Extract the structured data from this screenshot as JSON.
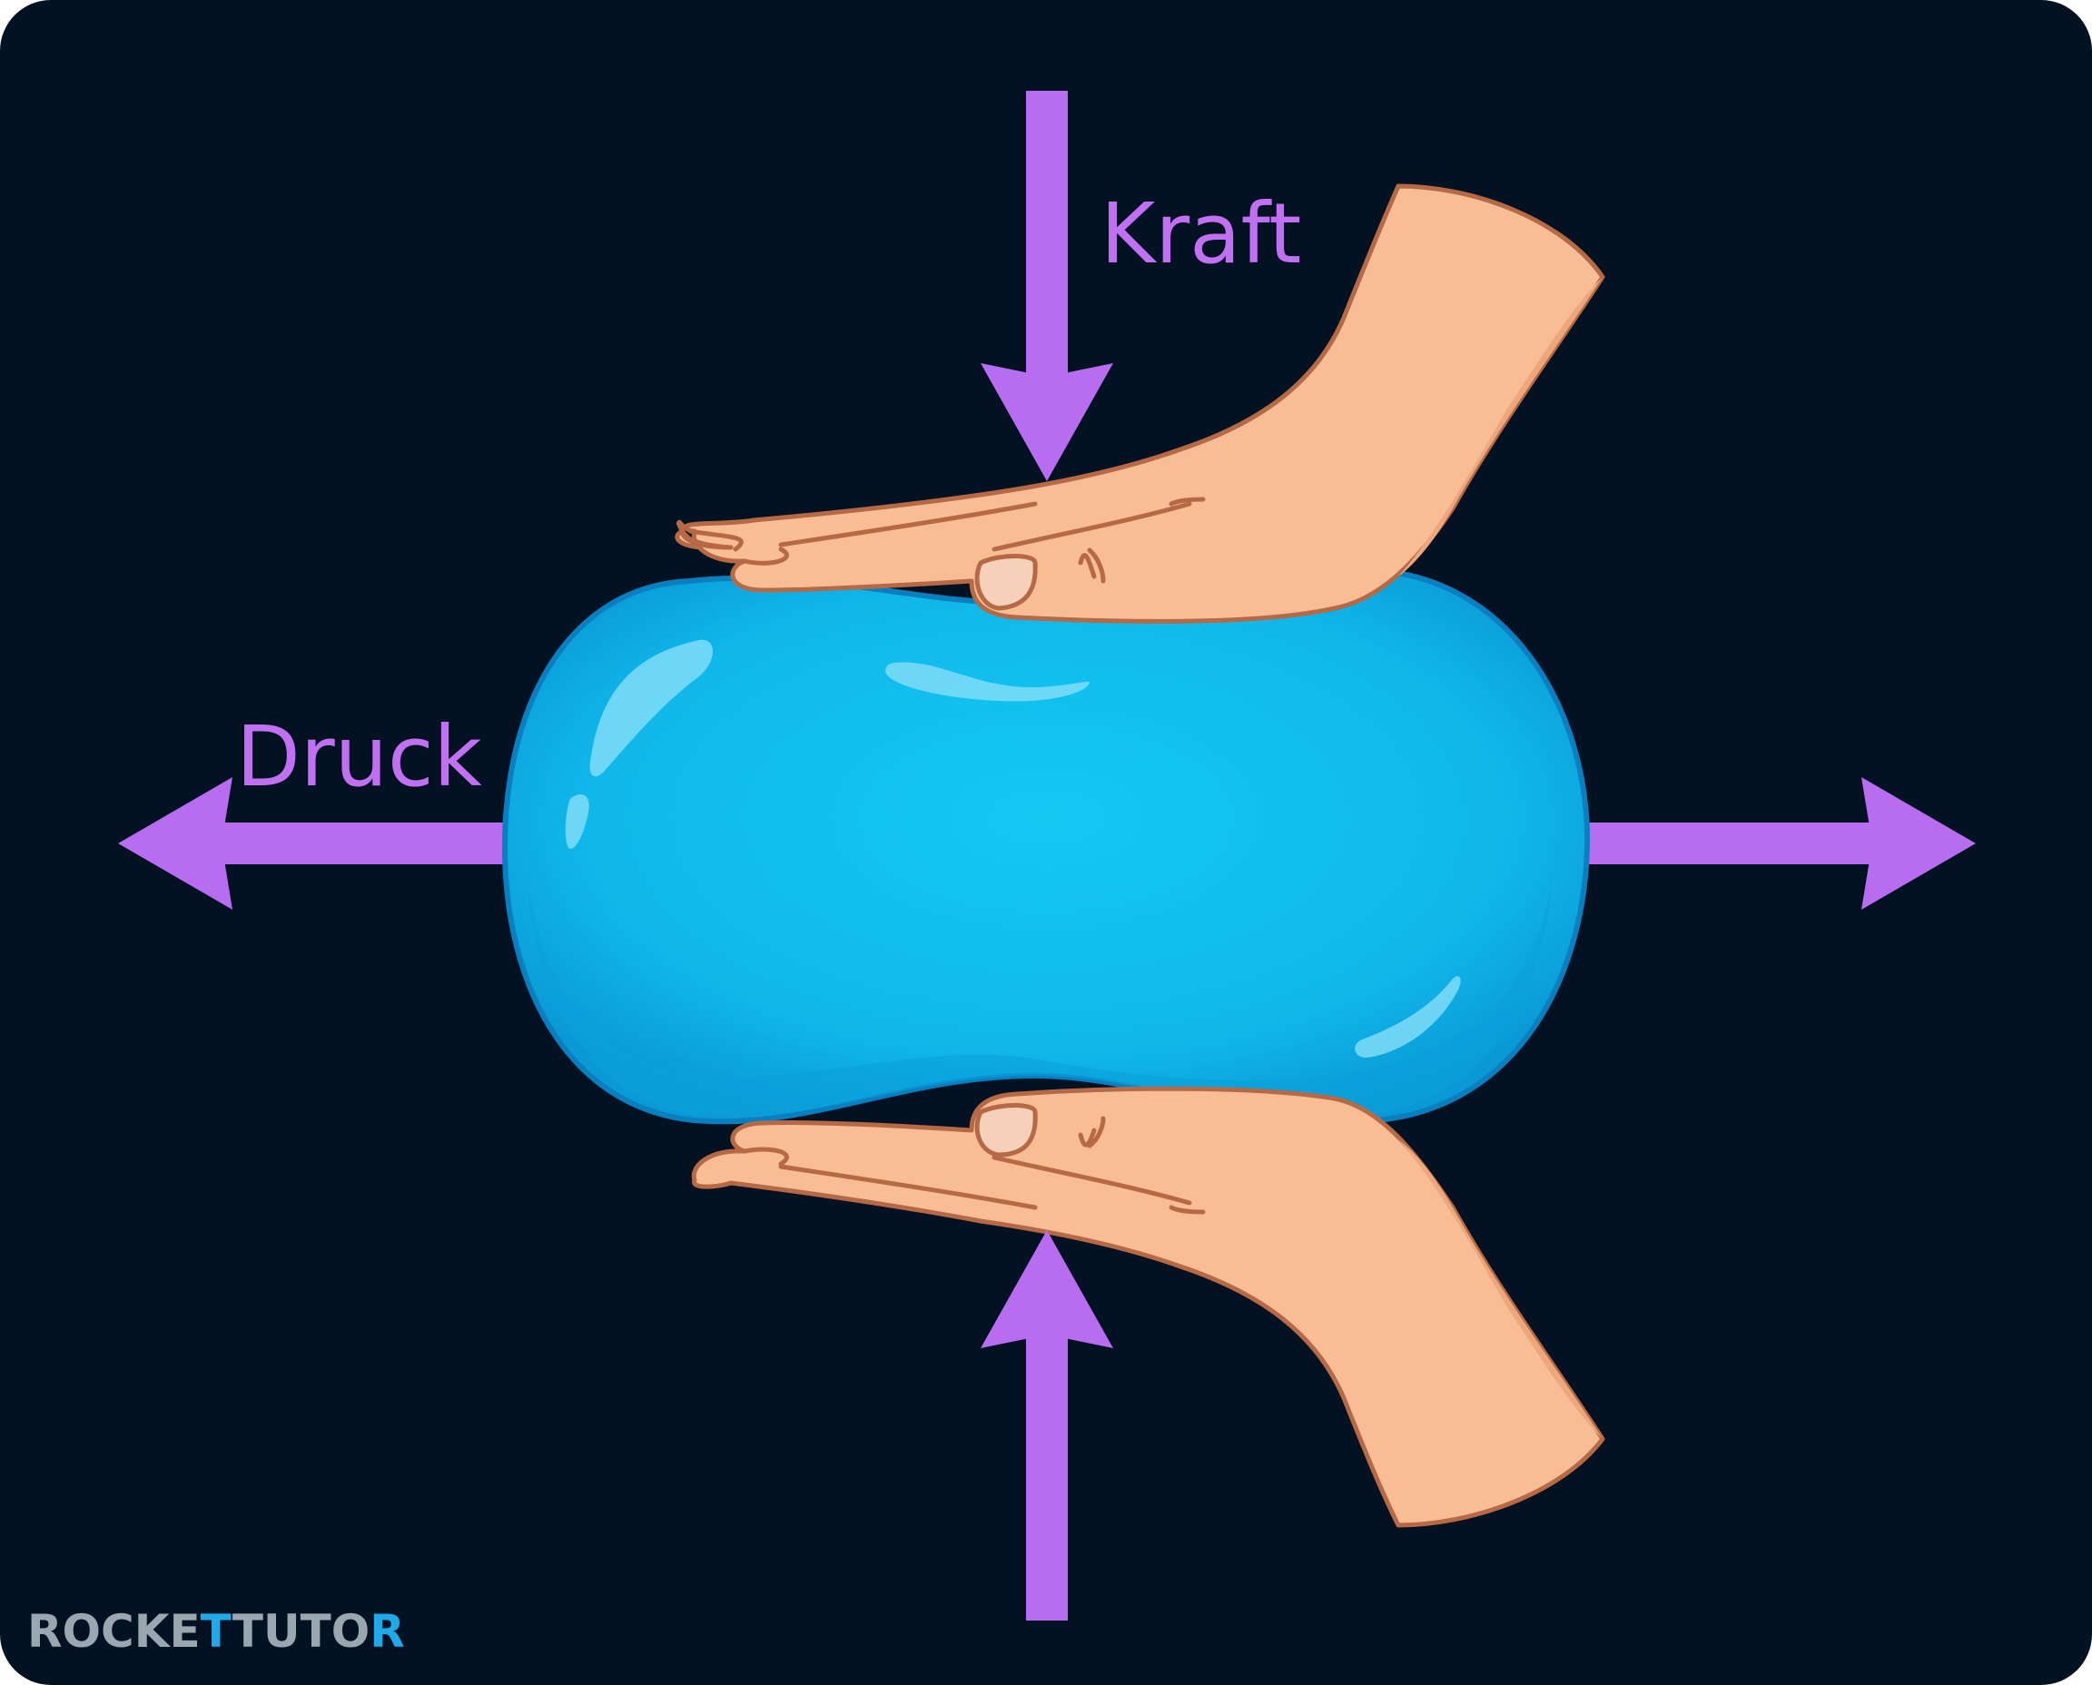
{
  "labels": {
    "force": "Kraft",
    "pressure": "Druck"
  },
  "logo": {
    "text": "ROCKETTUTOR"
  },
  "colors": {
    "background": "#021222",
    "arrow": "#b86cf0",
    "balloon": "#12c2ee",
    "balloon_edge": "#0a8ed0",
    "skin": "#f9bd95",
    "skin_outline": "#b56a45",
    "logo": "#9aa7b0"
  },
  "icons": [
    "force-arrow-down",
    "force-arrow-up",
    "pressure-arrow-left",
    "pressure-arrow-right",
    "water-balloon",
    "hand-top",
    "hand-bottom"
  ]
}
